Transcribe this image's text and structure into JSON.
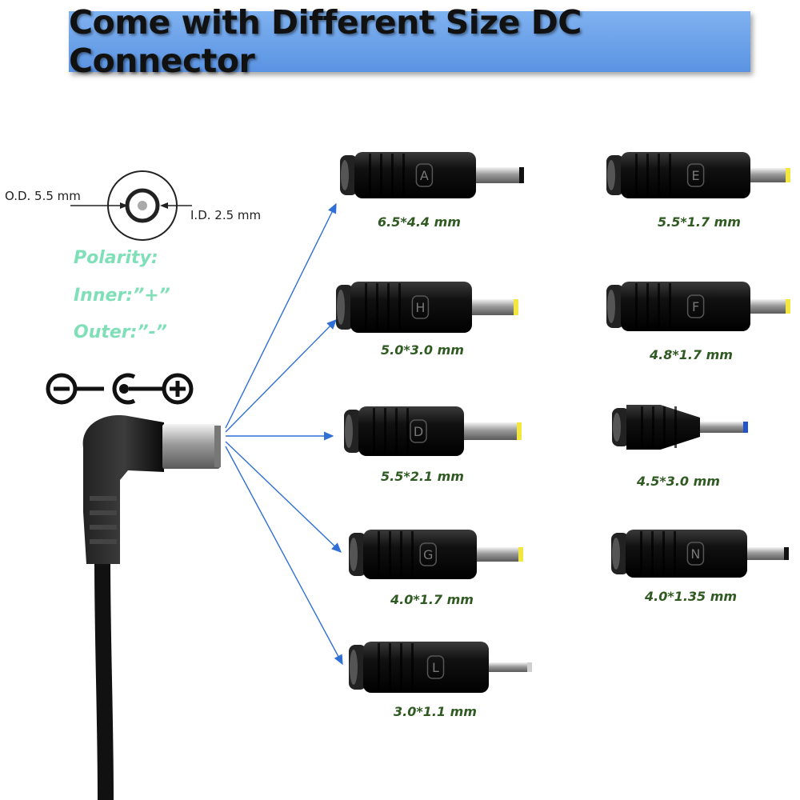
{
  "banner": {
    "title": "Come with Different Size DC Connector"
  },
  "dimensions": {
    "outer": "O.D.  5.5 mm",
    "inner": "I.D.  2.5 mm"
  },
  "polarity": {
    "heading": "Polarity:",
    "inner": "Inner:”+”",
    "outer": "Outer:”-”"
  },
  "connectors": [
    {
      "letter": "A",
      "size": "6.5*4.4 mm",
      "tip": "black"
    },
    {
      "letter": "E",
      "size": "5.5*1.7 mm",
      "tip": "yellow"
    },
    {
      "letter": "H",
      "size": "5.0*3.0 mm",
      "tip": "yellow"
    },
    {
      "letter": "F",
      "size": "4.8*1.7 mm",
      "tip": "yellow"
    },
    {
      "letter": "D",
      "size": "5.5*2.1 mm",
      "tip": "yellow"
    },
    {
      "letter": "",
      "size": "4.5*3.0 mm",
      "tip": "blue"
    },
    {
      "letter": "G",
      "size": "4.0*1.7 mm",
      "tip": "yellow"
    },
    {
      "letter": "N",
      "size": "4.0*1.35 mm",
      "tip": "black"
    },
    {
      "letter": "L",
      "size": "3.0*1.1 mm",
      "tip": "silver"
    }
  ],
  "colors": {
    "banner": "#6aa3ea",
    "polarity_text": "#7fe0b8",
    "size_text": "#2f5a22",
    "arrows": "#2f6fd6",
    "connector_body": "#1a1a1a"
  }
}
